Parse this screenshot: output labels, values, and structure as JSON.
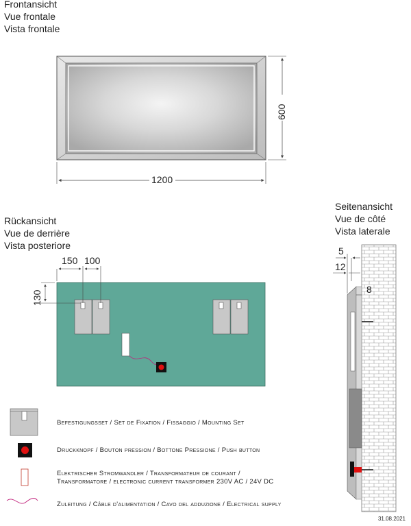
{
  "front_view": {
    "title_de": "Frontansicht",
    "title_fr": "Vue frontale",
    "title_it": "Vista frontale",
    "width": "1200",
    "height": "600"
  },
  "rear_view": {
    "title_de": "Rückansicht",
    "title_fr": "Vue de derrière",
    "title_it": "Vista posteriore",
    "dim_left": "150",
    "dim_spacing": "100",
    "dim_top": "130"
  },
  "side_view": {
    "title_de": "Seitenansicht",
    "title_fr": "Vue de côté",
    "title_it": "Vista laterale",
    "dim_a": "5",
    "dim_b": "12",
    "dim_c": "8"
  },
  "legend": {
    "mounting_set": "Befestigungsset / Set de Fixation / Fissaggio / Mounting Set",
    "push_button": "Druckknopf / Bouton pression / Bottone Pressione / Push button",
    "transformer_line1": "Elektrischer Stromwandler / Transformateur de courant /",
    "transformer_line2": "Transformatore / electronic current transformer 230V AC / 24V DC",
    "supply": "Zuleitung / Câble d'alimentation / Cavo del adduzione / Electrical supply"
  },
  "colors": {
    "panel": "#5fa898",
    "button_red": "#e01010",
    "cable": "#c0207a"
  },
  "date": "31.08.2021"
}
